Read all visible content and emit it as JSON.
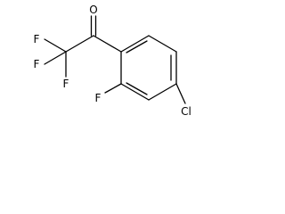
{
  "molecule": {
    "atoms": {
      "oxygen": "O",
      "fluorine_cf3_1": "F",
      "fluorine_cf3_2": "F",
      "fluorine_cf3_3": "F",
      "fluorine_ring": "F",
      "chlorine": "Cl"
    }
  }
}
